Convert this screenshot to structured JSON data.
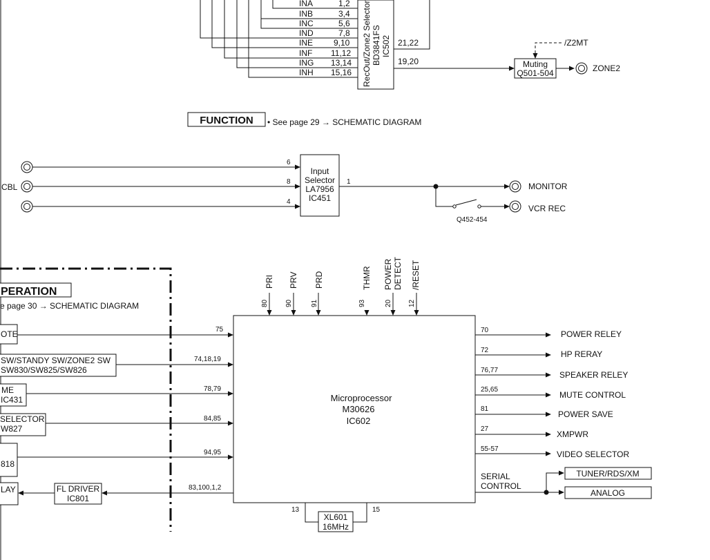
{
  "top": {
    "inputs": [
      {
        "name": "INA",
        "pins": "1,2"
      },
      {
        "name": "INB",
        "pins": "3,4"
      },
      {
        "name": "INC",
        "pins": "5,6"
      },
      {
        "name": "IND",
        "pins": "7,8"
      },
      {
        "name": "INE",
        "pins": "9,10"
      },
      {
        "name": "INF",
        "pins": "11,12"
      },
      {
        "name": "ING",
        "pins": "13,14"
      },
      {
        "name": "INH",
        "pins": "15,16"
      }
    ],
    "ic502": {
      "line1": "RecOut/Zone2 Selector",
      "line2": "BD3841FS",
      "line3": "IC502"
    },
    "pin_out1": "21,22",
    "pin_out2": "19,20",
    "z2mt": "/Z2MT",
    "muting": {
      "line1": "Muting",
      "line2": "Q501-504"
    },
    "zone2": "ZONE2"
  },
  "function": {
    "title": "FUNCTION",
    "note": "• See page 29 → SCHEMATIC DIAGRAM",
    "cbl": "CBL",
    "pins_in": [
      "6",
      "8",
      "4"
    ],
    "pin_out": "1",
    "selector": {
      "line1": "Input",
      "line2": "Selector",
      "line3": "LA7956",
      "line4": "IC451"
    },
    "monitor": "MONITOR",
    "vcr_rec": "VCR REC",
    "switch": "Q452-454"
  },
  "operation": {
    "title": "PERATION",
    "note": "e page 30 → SCHEMATIC DIAGRAM",
    "left_boxes": [
      {
        "line1": "OTE",
        "line2": ""
      },
      {
        "line1": " SW/STANDY SW/ZONE2 SW",
        "line2": "SW830/SW825/SW826"
      },
      {
        "line1": "ME",
        "line2": "IC431"
      },
      {
        "line1": "SELECTOR",
        "line2": "W827"
      },
      {
        "line1": "",
        "line2": "818"
      },
      {
        "line1": "LAY",
        "line2": ""
      }
    ],
    "left_pins": [
      "75",
      "74,18,19",
      "78,79",
      "84,85",
      "94,95",
      "83,100,1,2"
    ],
    "fl_driver": {
      "line1": "FL DRIVER",
      "line2": "IC801"
    },
    "top_pins": [
      {
        "label": "PRI",
        "label2": "",
        "pin": "80"
      },
      {
        "label": "PRV",
        "label2": "",
        "pin": "90"
      },
      {
        "label": "PRD",
        "label2": "",
        "pin": "91"
      },
      {
        "label": "THMR",
        "label2": "",
        "pin": "93"
      },
      {
        "label": "POWER",
        "label2": "DETECT",
        "pin": "20"
      },
      {
        "label": "/RESET",
        "label2": "",
        "pin": "12"
      }
    ],
    "micro": {
      "line1": "Microprocessor",
      "line2": "M30626",
      "line3": "IC602"
    },
    "outputs": [
      {
        "pin": "70",
        "label": "POWER RELEY"
      },
      {
        "pin": "72",
        "label": "HP RERAY"
      },
      {
        "pin": "76,77",
        "label": "SPEAKER RELEY"
      },
      {
        "pin": "25,65",
        "label": "MUTE CONTROL"
      },
      {
        "pin": "81",
        "label": "POWER SAVE"
      },
      {
        "pin": "27",
        "label": "XMPWR"
      },
      {
        "pin": "55-57",
        "label": "VIDEO SELECTOR"
      }
    ],
    "serial": {
      "line1": "SERIAL",
      "line2": "CONTROL"
    },
    "tuner": "TUNER/RDS/XM",
    "analog": "ANALOG",
    "xtal": {
      "line1": "XL601",
      "line2": "16MHz",
      "pin_left": "13",
      "pin_right": "15"
    }
  }
}
